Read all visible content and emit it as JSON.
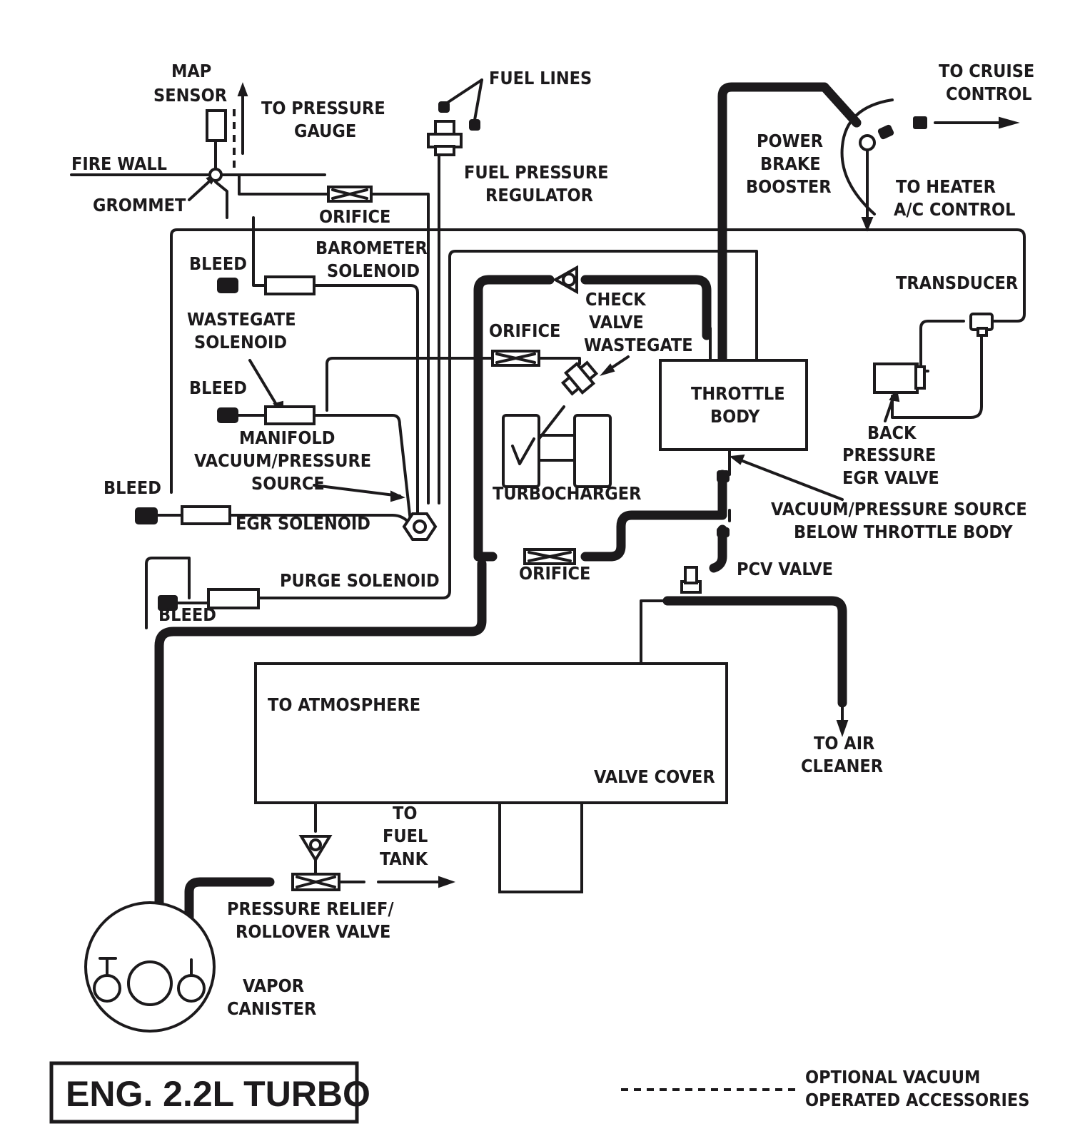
{
  "diagram": {
    "labels": {
      "map_sensor_1": "MAP",
      "map_sensor_2": "SENSOR",
      "to_pressure_gauge_1": "TO PRESSURE",
      "to_pressure_gauge_2": "GAUGE",
      "fuel_lines": "FUEL LINES",
      "fire_wall": "FIRE WALL",
      "grommet": "GROMMET",
      "fuel_pressure_regulator_1": "FUEL PRESSURE",
      "fuel_pressure_regulator_2": "REGULATOR",
      "to_cruise_control_1": "TO CRUISE",
      "to_cruise_control_2": "CONTROL",
      "power_brake_booster_1": "POWER",
      "power_brake_booster_2": "BRAKE",
      "power_brake_booster_3": "BOOSTER",
      "to_heater_1": "TO HEATER",
      "to_heater_2": "A/C CONTROL",
      "orifice_top": "ORIFICE",
      "bleed_1": "BLEED",
      "barometer_solenoid_1": "BAROMETER",
      "barometer_solenoid_2": "SOLENOID",
      "transducer": "TRANSDUCER",
      "check_valve_1": "CHECK",
      "check_valve_2": "VALVE",
      "wastegate": "WASTEGATE",
      "wastegate_solenoid_1": "WASTEGATE",
      "wastegate_solenoid_2": "SOLENOID",
      "orifice_mid": "ORIFICE",
      "bleed_2": "BLEED",
      "throttle_body_1": "THROTTLE",
      "throttle_body_2": "BODY",
      "manifold_1": "MANIFOLD",
      "manifold_2": "VACUUM/PRESSURE",
      "manifold_3": "SOURCE",
      "turbocharger": "TURBOCHARGER",
      "back_pressure_1": "BACK",
      "back_pressure_2": "PRESSURE",
      "back_pressure_3": "EGR VALVE",
      "bleed_3": "BLEED",
      "egr_solenoid": "EGR SOLENOID",
      "vac_source_1": "VACUUM/PRESSURE SOURCE",
      "vac_source_2": "BELOW THROTTLE BODY",
      "orifice_low": "ORIFICE",
      "purge_solenoid": "PURGE SOLENOID",
      "pcv_valve": "PCV VALVE",
      "bleed_4": "BLEED",
      "to_atmosphere": "TO ATMOSPHERE",
      "to_air_cleaner_1": "TO AIR",
      "to_air_cleaner_2": "CLEANER",
      "valve_cover": "VALVE COVER",
      "to_fuel_tank_1": "TO",
      "to_fuel_tank_2": "FUEL",
      "to_fuel_tank_3": "TANK",
      "relief_valve_1": "PRESSURE RELIEF/",
      "relief_valve_2": "ROLLOVER VALVE",
      "vapor_canister_1": "VAPOR",
      "vapor_canister_2": "CANISTER",
      "legend_1": "OPTIONAL VACUUM",
      "legend_2": "OPERATED ACCESSORIES"
    },
    "title": "ENG. 2.2L TURBO"
  }
}
